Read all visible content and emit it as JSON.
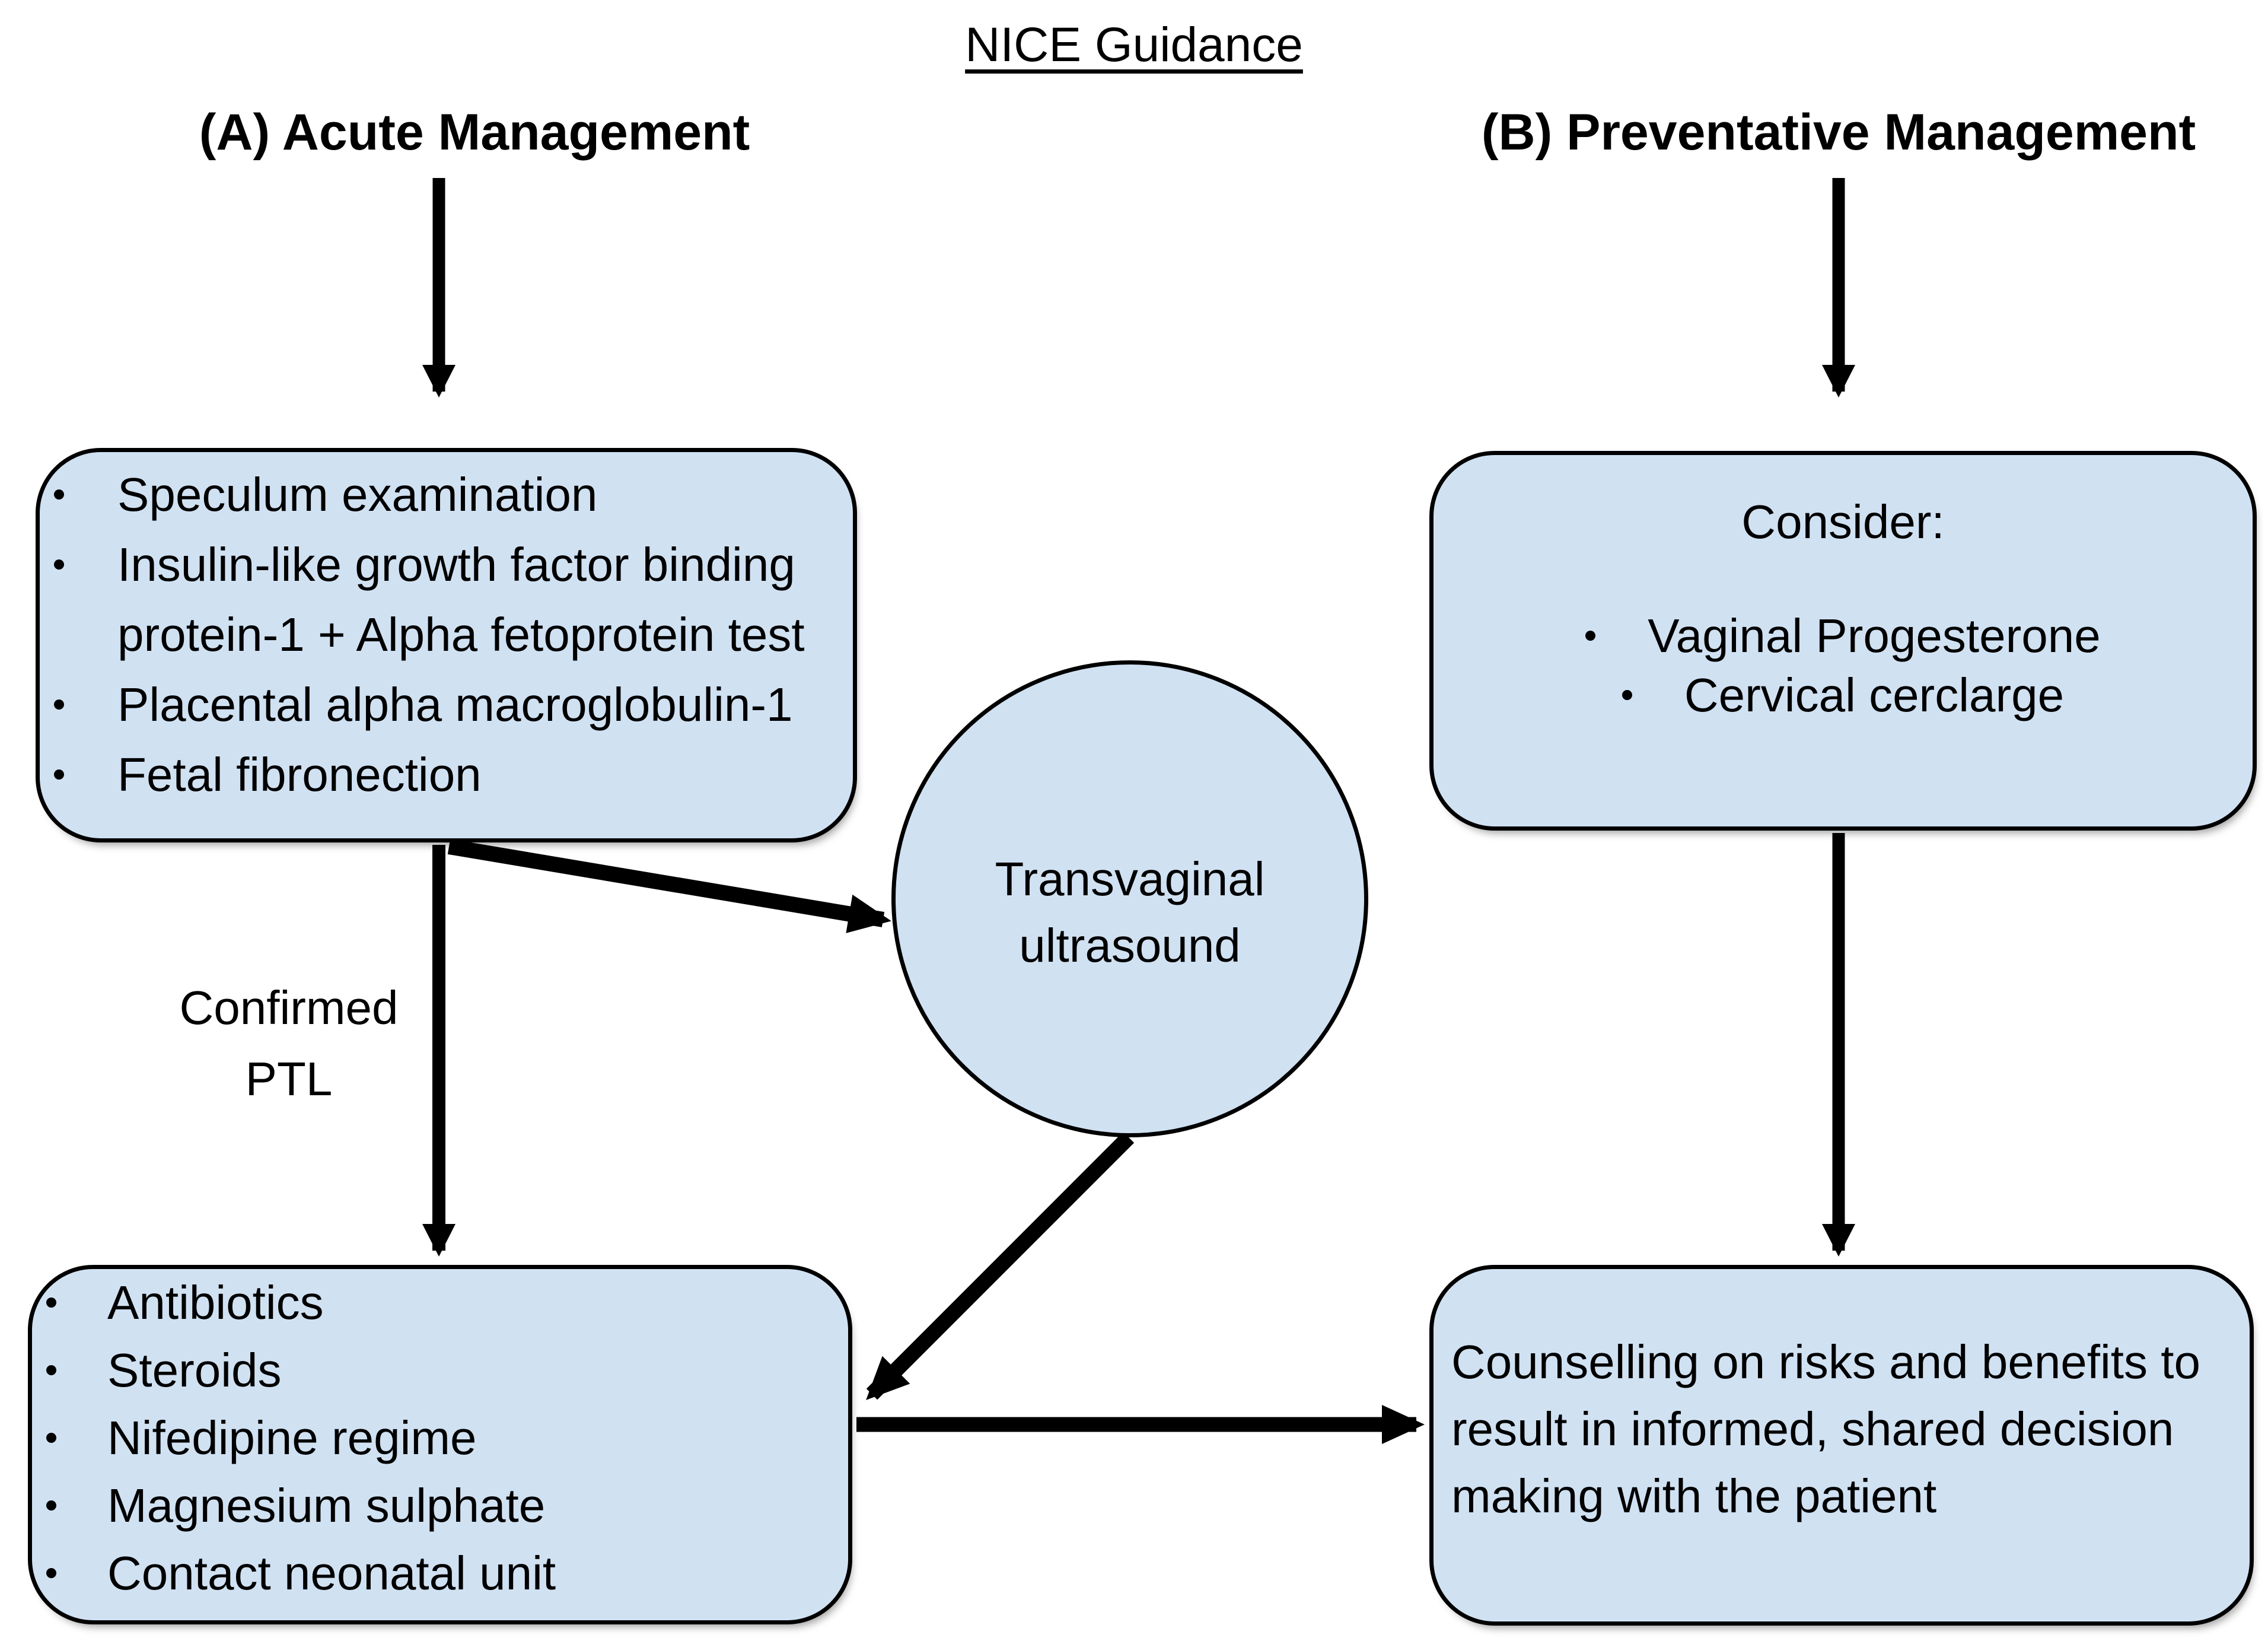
{
  "title": "NICE Guidance",
  "headings": {
    "acute": "(A) Acute Management",
    "preventative": "(B) Preventative Management"
  },
  "assessment_box": {
    "items": [
      "Speculum examination",
      "Insulin-like growth factor binding protein-1 + Alpha fetoprotein test",
      "Placental alpha macroglobulin-1",
      "Fetal fibronection"
    ]
  },
  "ultrasound_node": {
    "label": "Transvaginal ultrasound"
  },
  "consider_box": {
    "heading": "Consider:",
    "items": [
      "Vaginal Progesterone",
      "Cervical cerclarge"
    ]
  },
  "confirmed_label": "Confirmed PTL",
  "treatment_box": {
    "items": [
      "Antibiotics",
      "Steroids",
      "Nifedipine regime",
      "Magnesium sulphate",
      "Contact neonatal unit"
    ]
  },
  "counselling_box": {
    "text": "Counselling on risks and benefits to result in informed, shared decision making with the patient"
  },
  "colors": {
    "node_fill": "#d0e1f2",
    "node_border": "#000000",
    "arrow": "#000000",
    "background": "#ffffff"
  }
}
